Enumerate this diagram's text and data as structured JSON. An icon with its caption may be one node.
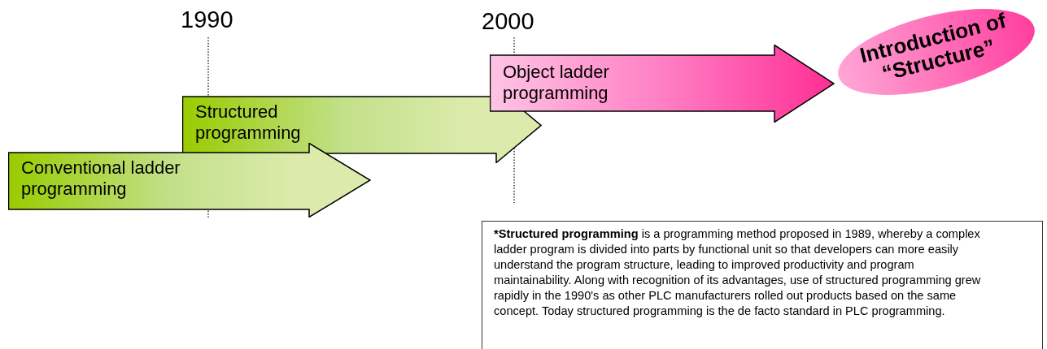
{
  "diagram": {
    "nodes": [
      {
        "text": [
          "Conventional ladder programming"
        ]
      },
      {
        "text": [
          "Structured programming"
        ]
      },
      {
        "text": [
          "Object ladder programming"
        ]
      },
      {
        "text": [
          "Introduction of “Structure”"
        ]
      },
      {
        "text": [
          "***Structured programming** is a programming method proposed in 1989, whereby a complex ladder program is divided into parts by functional unit so that developers can more easily understand the program structure, leading to improved productivity and program maintainability. Along with recognition of its advantages, use of structured programming grew rapidly in the 1990's as other PLC manufacturers rolled out products based on the same concept. Today structured programming is the de facto standard in PLC programming."
        ]
      }
    ],
    "labels": [
      "1990",
      "2000"
    ]
  }
}
